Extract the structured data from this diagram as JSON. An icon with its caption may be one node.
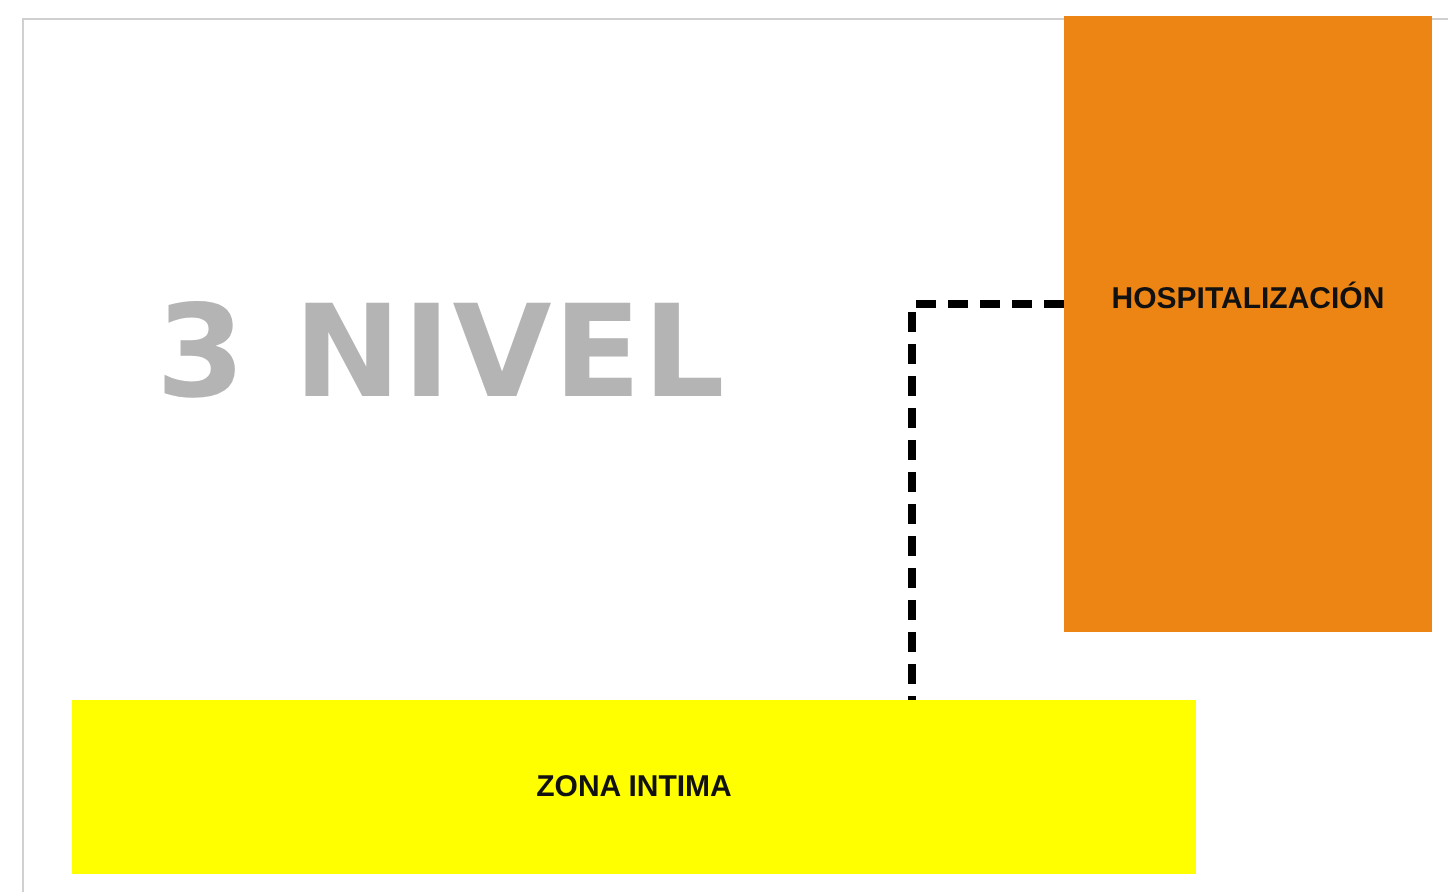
{
  "diagram": {
    "title": "3 NIVEL",
    "nodes": [
      {
        "text": [
          "HOSPITALIZACIÓN"
        ]
      },
      {
        "text": [
          "ZONA INTIMA"
        ]
      }
    ],
    "edges": [
      {
        "from": 0,
        "to": 1,
        "arrow": "none",
        "style": "dashed"
      }
    ]
  }
}
